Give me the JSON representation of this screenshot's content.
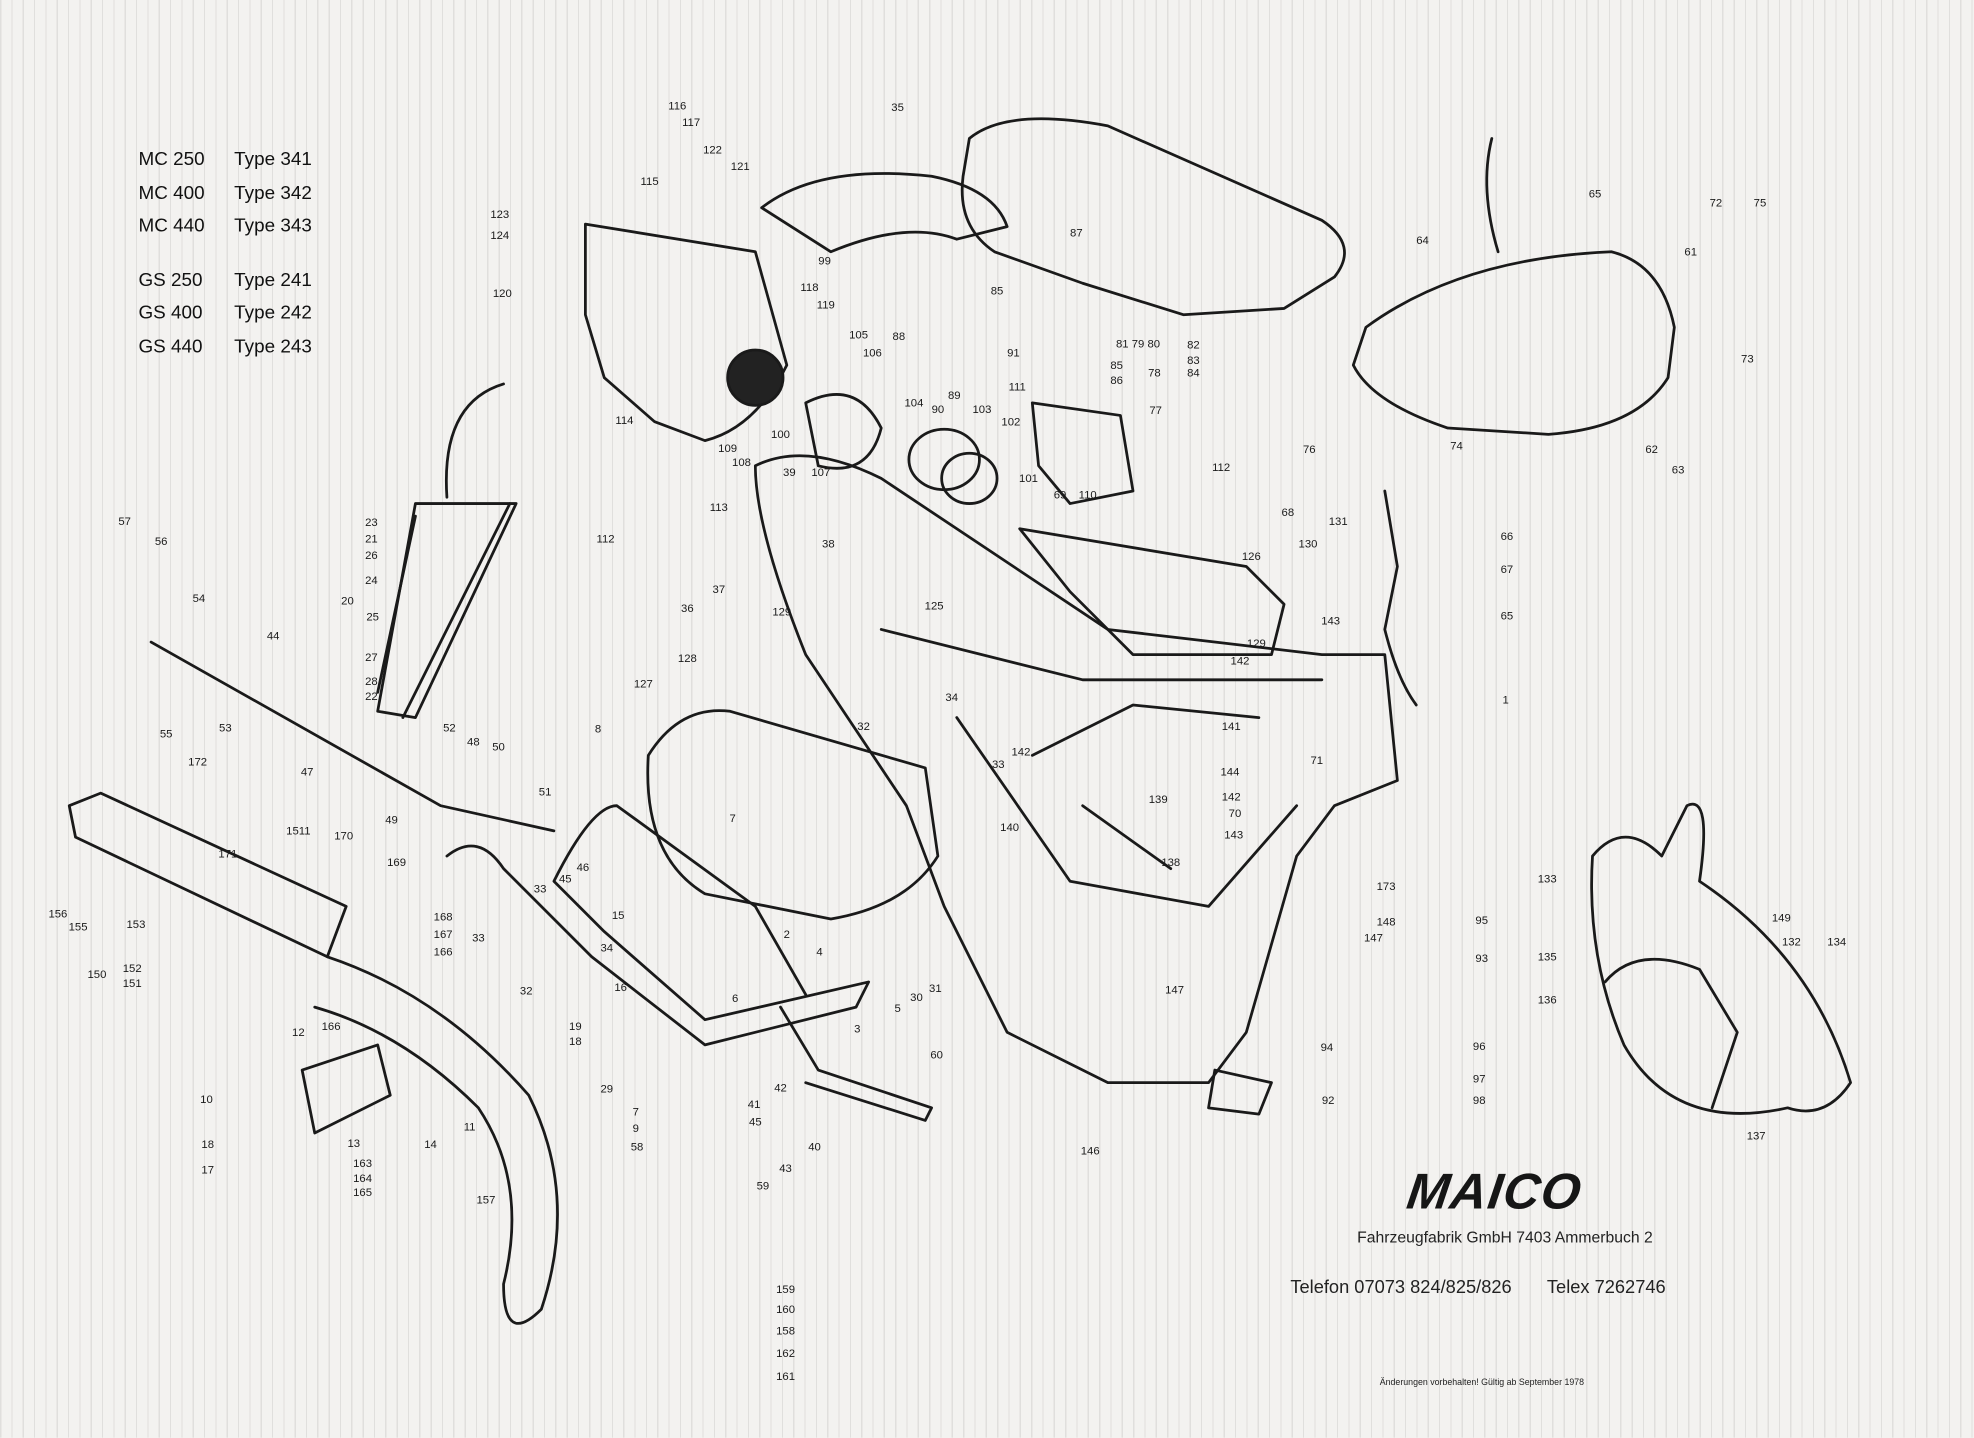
{
  "models": [
    {
      "model": "MC 250",
      "type": "Type 341"
    },
    {
      "model": "MC 400",
      "type": "Type 342"
    },
    {
      "model": "MC 440",
      "type": "Type 343"
    },
    {
      "model": "GS 250",
      "type": "Type 241"
    },
    {
      "model": "GS 400",
      "type": "Type 242"
    },
    {
      "model": "GS 440",
      "type": "Type 243"
    }
  ],
  "brand": {
    "logo": "MAICO",
    "company": "Fahrzeugfabrik GmbH 7403 Ammerbuch 2",
    "telefon": "Telefon 07073 824/825/826",
    "telex": "Telex 7262746",
    "note": "Änderungen vorbehalten! Gültig ab September 1978"
  },
  "part_numbers": [
    "116",
    "117",
    "35",
    "122",
    "121",
    "115",
    "65",
    "72",
    "75",
    "123",
    "124",
    "87",
    "64",
    "61",
    "120",
    "99",
    "118",
    "119",
    "85",
    "73",
    "105",
    "88",
    "106",
    "91",
    "81 79 80",
    "82",
    "83",
    "84",
    "85",
    "86",
    "78",
    "104",
    "89",
    "90",
    "103",
    "111",
    "102",
    "77",
    "114",
    "109",
    "108",
    "100",
    "107",
    "39",
    "76",
    "74",
    "62",
    "63",
    "112",
    "101",
    "69",
    "110",
    "113",
    "57",
    "56",
    "23",
    "21",
    "26",
    "24",
    "112",
    "38",
    "68",
    "131",
    "66",
    "130",
    "126",
    "20",
    "54",
    "44",
    "25",
    "37",
    "36",
    "129",
    "125",
    "143",
    "67",
    "65",
    "129",
    "142",
    "27",
    "28",
    "22",
    "128",
    "127",
    "34",
    "1",
    "55",
    "53",
    "52",
    "48",
    "50",
    "8",
    "32",
    "141",
    "142",
    "33",
    "71",
    "172",
    "47",
    "144",
    "51",
    "7",
    "139",
    "142",
    "70",
    "143",
    "1511",
    "170",
    "49",
    "140",
    "169",
    "171",
    "138",
    "46",
    "45",
    "33",
    "173",
    "133",
    "149",
    "148",
    "147",
    "95",
    "132",
    "134",
    "156",
    "155",
    "153",
    "168",
    "167",
    "166",
    "33",
    "15",
    "2",
    "4",
    "34",
    "93",
    "135",
    "150",
    "152",
    "151",
    "16",
    "32",
    "31",
    "30",
    "5",
    "6",
    "147",
    "136",
    "12",
    "166",
    "19",
    "18",
    "3",
    "60",
    "96",
    "94",
    "42",
    "29",
    "7",
    "9",
    "97",
    "98",
    "92",
    "10",
    "41",
    "45",
    "11",
    "58",
    "13",
    "14",
    "40",
    "137",
    "18",
    "163",
    "17",
    "164",
    "165",
    "43",
    "59",
    "146",
    "157",
    "159",
    "160",
    "158",
    "162",
    "161"
  ]
}
